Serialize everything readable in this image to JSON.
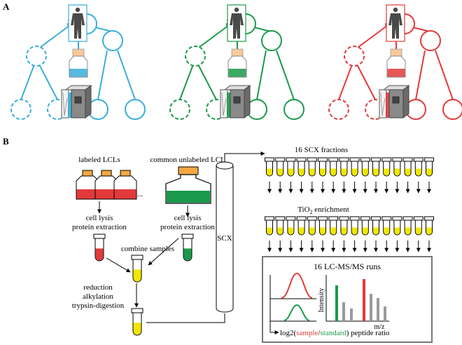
{
  "panels": {
    "a": "A",
    "b": "B"
  },
  "colors": {
    "blue": "#3aaed8",
    "green": "#1a9a4a",
    "red": "#e23a3a",
    "yellow": "#f2e600",
    "orange": "#f5a742",
    "cap": "#f8c99a",
    "gray_dark": "#555555",
    "gray": "#9a9a9a"
  },
  "icons": {
    "person": "person-silhouette-icon",
    "flask": "culture-flask-icon",
    "instrument": "mass-spectrometer-icon"
  },
  "panel_b": {
    "labeled_lcls": "labeled LCLs",
    "ellipsis": "...",
    "common_unlabeled": "common unlabeled LCL",
    "cell_lysis": "cell lysis",
    "protein_extraction": "protein extraction",
    "combine_samples": "combine samples",
    "reduction": "reduction",
    "alkylation": "alkylation",
    "trypsin": "trypsin-digestion",
    "scx": "SCX",
    "scx_fractions": "16 SCX fractions",
    "tio2_prefix": "TiO",
    "tio2_sub": "2",
    "tio2_suffix": " enrichment",
    "lcms_title": "16 LC-MS/MS runs",
    "intensity": "Intensity",
    "mz": "m/z",
    "ratio_prefix": "log2(",
    "ratio_sample": "sample",
    "ratio_slash": "/",
    "ratio_standard": "standard",
    "ratio_suffix": ") peptide ratio"
  },
  "spectrum": {
    "green_peak": 0.85,
    "red_peak": 1.0,
    "gray_peaks": [
      0.45,
      0.3,
      0.65,
      0.55,
      0.35
    ]
  }
}
